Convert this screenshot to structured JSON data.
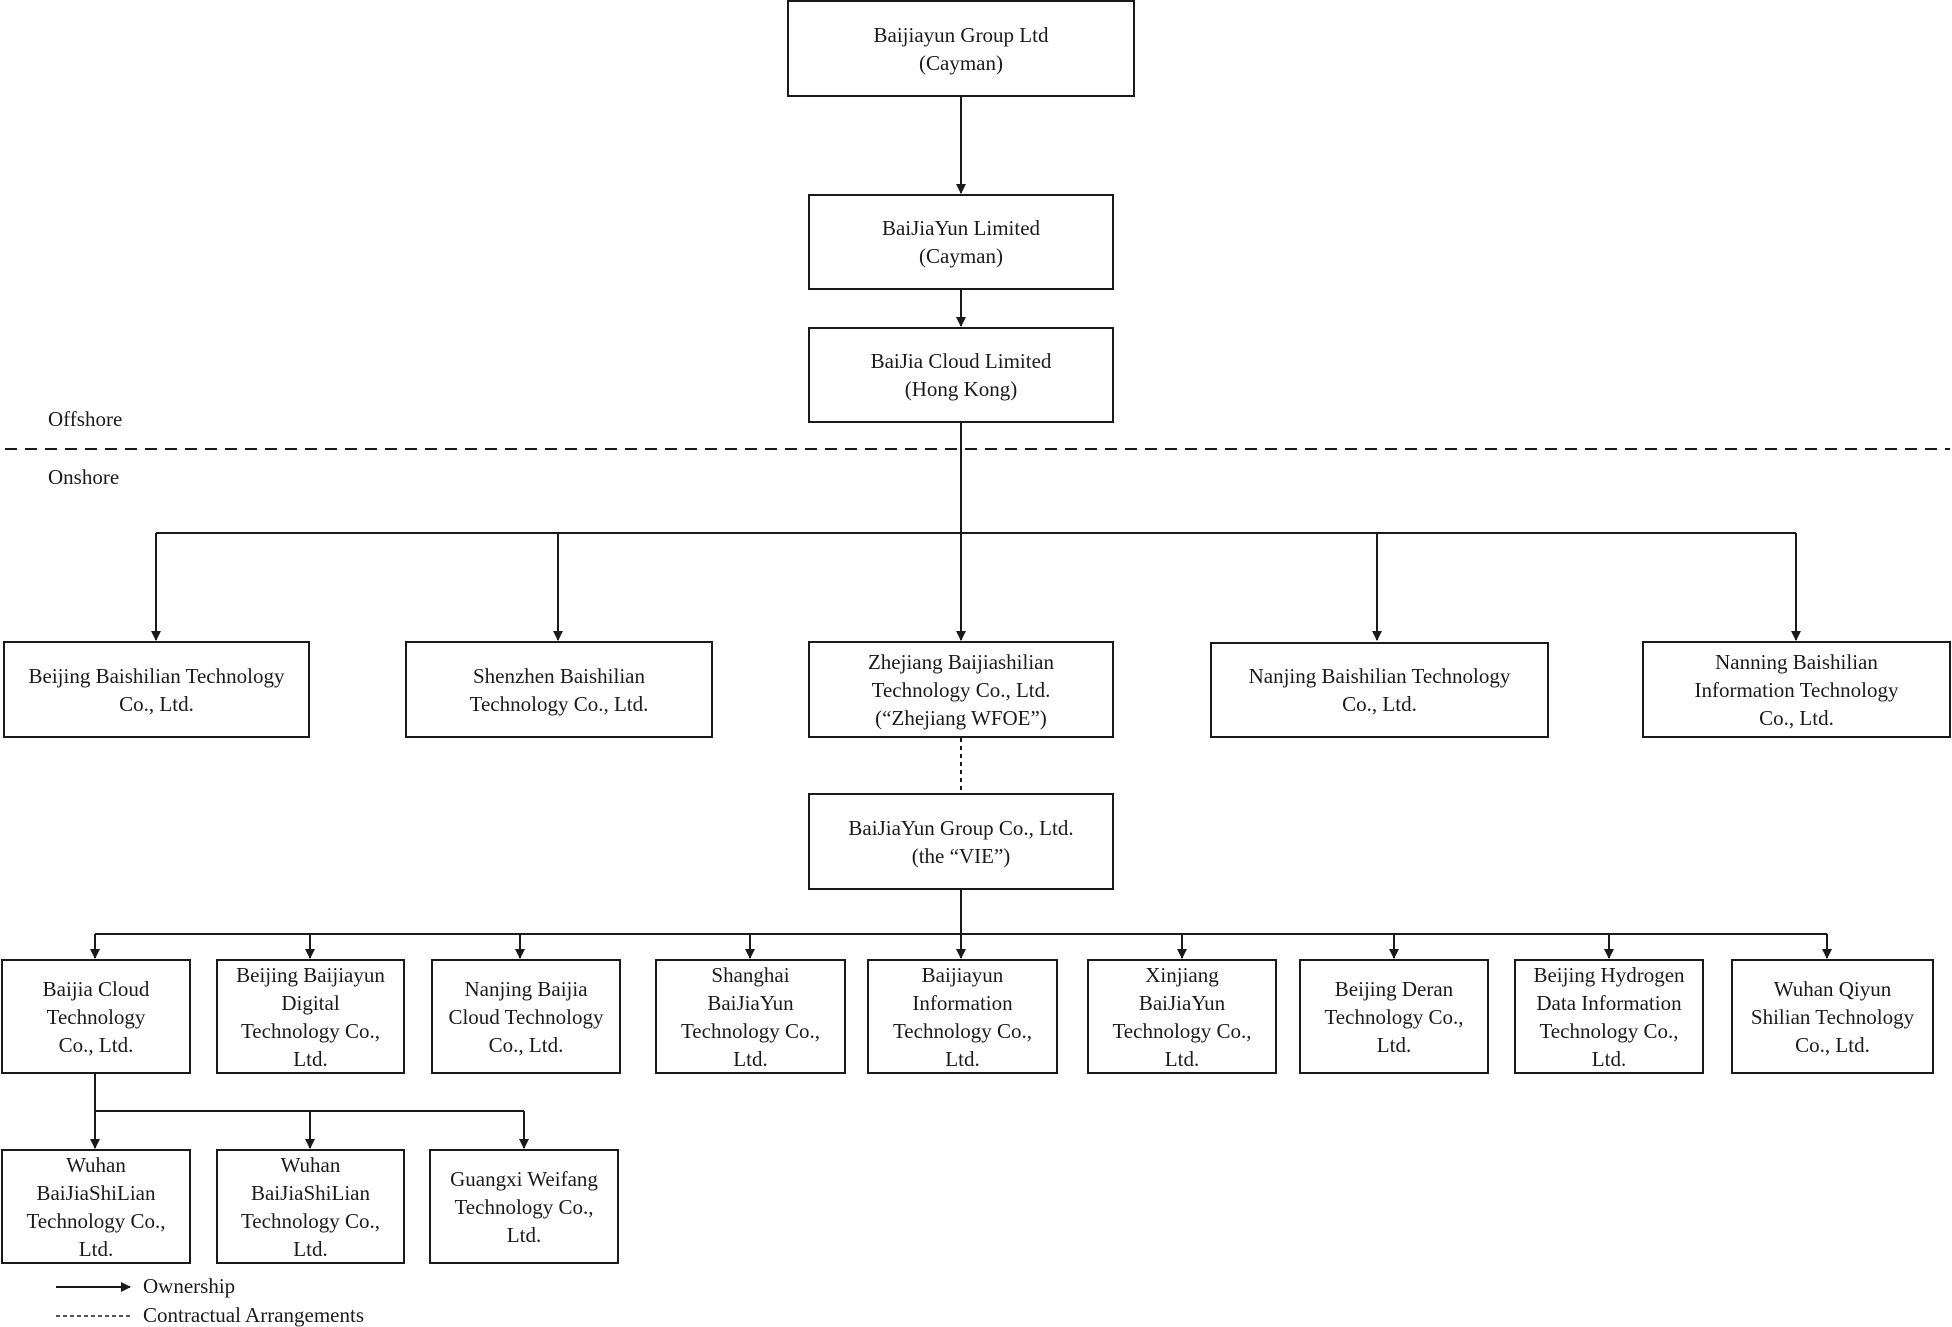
{
  "zones": {
    "offshore": "Offshore",
    "onshore": "Onshore"
  },
  "entities": {
    "group": "Baijiayun Group Ltd\n(Cayman)",
    "limited": "BaiJiaYun Limited\n(Cayman)",
    "hk": "BaiJia Cloud Limited\n(Hong Kong)",
    "beijing_bsl": "Beijing Baishilian Technology\nCo., Ltd.",
    "shenzhen_bsl": "Shenzhen Baishilian\nTechnology Co., Ltd.",
    "zhejiang_wfoe": "Zhejiang Baijiashilian\nTechnology Co., Ltd.\n(“Zhejiang WFOE”)",
    "nanjing_bsl": "Nanjing Baishilian Technology\nCo., Ltd.",
    "nanning_bsl": "Nanning Baishilian\nInformation Technology\nCo., Ltd.",
    "vie": "BaiJiaYun Group Co., Ltd.\n(the “VIE”)",
    "baijia_cloud_tech": "Baijia Cloud\nTechnology\nCo., Ltd.",
    "beijing_digital": "Beijing Baijiayun\nDigital\nTechnology Co.,\nLtd.",
    "nanjing_baijia": "Nanjing Baijia\nCloud Technology\nCo., Ltd.",
    "shanghai": "Shanghai\nBaiJiaYun\nTechnology Co.,\nLtd.",
    "baijiayun_info": "Baijiayun\nInformation\nTechnology Co.,\nLtd.",
    "xinjiang": "Xinjiang\nBaiJiaYun\nTechnology Co.,\nLtd.",
    "beijing_deran": "Beijing Deran\nTechnology Co.,\nLtd.",
    "beijing_hydrogen": "Beijing Hydrogen\nData Information\nTechnology Co.,\nLtd.",
    "wuhan_qiyun": "Wuhan Qiyun\nShilian Technology\nCo., Ltd.",
    "wuhan_1": "Wuhan\nBaiJiaShiLian\nTechnology Co.,\nLtd.",
    "wuhan_2": "Wuhan\nBaiJiaShiLian\nTechnology Co.,\nLtd.",
    "guangxi": "Guangxi Weifang\nTechnology Co.,\nLtd."
  },
  "legend": {
    "ownership": "Ownership",
    "contractual": "Contractual Arrangements"
  }
}
